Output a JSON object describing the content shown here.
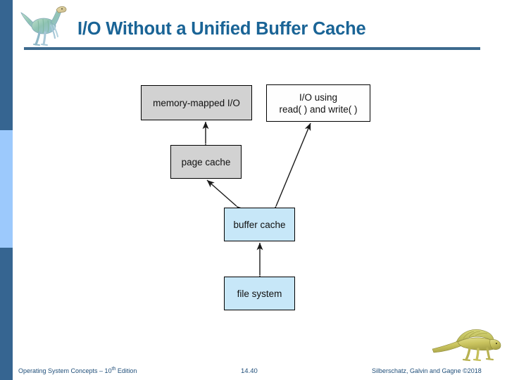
{
  "slide": {
    "title": "I/O Without a Unified Buffer Cache",
    "title_color": "#1A6496",
    "rule_color": "#3D6A8E",
    "background": "#FFFFFF"
  },
  "sidebar": {
    "bands": [
      {
        "name": "top-band",
        "color": "#366591"
      },
      {
        "name": "middle-band",
        "color": "#9CC9FC"
      },
      {
        "name": "bottom-band",
        "color": "#366591"
      }
    ]
  },
  "logos": {
    "header_logo_name": "dinosaur-logo",
    "footer_logo_name": "dimetrodon-logo"
  },
  "diagram": {
    "boxes": [
      {
        "id": "memory-mapped-io",
        "label": "memory-mapped I/O",
        "fill": "#D2D2D2"
      },
      {
        "id": "io-read-write",
        "label": "I/O using\nread( ) and write( )",
        "line1": "I/O using",
        "line2": "read( ) and write( )",
        "fill": "#FEFEFE"
      },
      {
        "id": "page-cache",
        "label": "page cache",
        "fill": "#D2D2D2"
      },
      {
        "id": "buffer-cache",
        "label": "buffer cache",
        "fill": "#C7E7F8"
      },
      {
        "id": "file-system",
        "label": "file system",
        "fill": "#C7E7F8"
      }
    ],
    "connectors": [
      {
        "from": "page-cache",
        "to": "memory-mapped-io",
        "style": "double-headed-vertical"
      },
      {
        "from": "buffer-cache",
        "to": "page-cache",
        "style": "double-headed-diagonal"
      },
      {
        "from": "buffer-cache",
        "to": "io-read-write",
        "style": "double-headed-diagonal"
      },
      {
        "from": "file-system",
        "to": "buffer-cache",
        "style": "double-headed-vertical"
      }
    ]
  },
  "footer": {
    "left_text_prefix": "Operating System Concepts – 10",
    "left_text_sup": "th",
    "left_text_suffix": " Edition",
    "slide_number": "14.40",
    "right_text": "Silberschatz, Galvin and Gagne ©2018",
    "text_color": "#1F4E79"
  }
}
